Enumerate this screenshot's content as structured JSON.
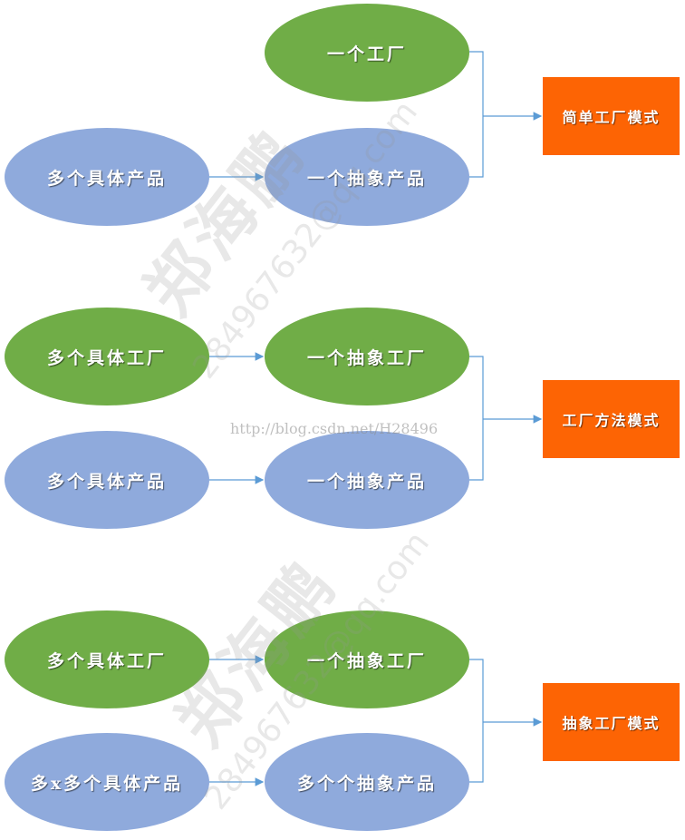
{
  "diagram": {
    "colors": {
      "green": "#70ad47",
      "blue": "#8faadc",
      "orange": "#fd6404",
      "line": "#5b9bd5"
    },
    "sections": [
      {
        "left": [
          null,
          {
            "label": "多个具体产品",
            "color": "blue"
          }
        ],
        "middle": [
          {
            "label": "一个工厂",
            "color": "green"
          },
          {
            "label": "一个抽象产品",
            "color": "blue"
          }
        ],
        "result": "简单工厂模式"
      },
      {
        "left": [
          {
            "label": "多个具体工厂",
            "color": "green"
          },
          {
            "label": "多个具体产品",
            "color": "blue"
          }
        ],
        "middle": [
          {
            "label": "一个抽象工厂",
            "color": "green"
          },
          {
            "label": "一个抽象产品",
            "color": "blue"
          }
        ],
        "result": "工厂方法模式"
      },
      {
        "left": [
          {
            "label": "多个具体工厂",
            "color": "green"
          },
          {
            "label": "多x多个具体产品",
            "color": "blue"
          }
        ],
        "middle": [
          {
            "label": "一个抽象工厂",
            "color": "green"
          },
          {
            "label": "多个个抽象产品",
            "color": "blue"
          }
        ],
        "result": "抽象工厂模式"
      }
    ]
  },
  "watermark": {
    "name": "郑海鹏",
    "email": "284967632@qq.com",
    "url": "http://blog.csdn.net/H28496"
  }
}
